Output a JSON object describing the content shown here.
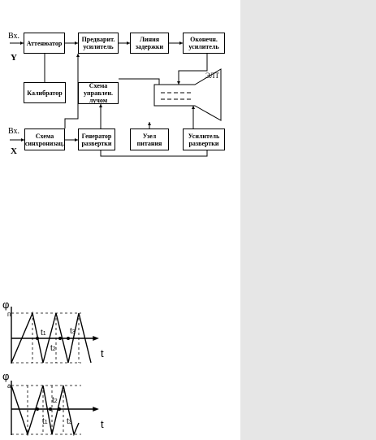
{
  "block_diagram": {
    "input_y_label": "Вх.",
    "input_y_axis": "Y",
    "input_x_label": "Вх.",
    "input_x_axis": "X",
    "crt_label": "ЭЛТ",
    "blocks": {
      "attenuator": "Аттенюатор",
      "preamp": "Предварит. усилитель",
      "delay_line": "Линия задержки",
      "final_amp": "Оконечн. усилитель",
      "calibrator": "Калибратор",
      "beam_control": "Схема управлен. лучом",
      "sync": "Схема синхронизац.",
      "sweep_gen": "Генератор развертки",
      "power": "Узел питания",
      "sweep_amp": "Усилитель развертки"
    }
  },
  "graphs": {
    "top": {
      "phi": "φ",
      "sub": "п",
      "t_axis": "t",
      "t1": "t",
      "t1_sub": "1",
      "t2": "t",
      "t2_sub": "2",
      "t3": "t",
      "t3_sub": "3"
    },
    "bottom": {
      "phi": "φ",
      "sub": "а",
      "t_axis": "t",
      "t1": "t",
      "t1_sub": "1",
      "t2": "t",
      "t2_sub": "2",
      "t3": "t",
      "t3_sub": "3"
    }
  }
}
